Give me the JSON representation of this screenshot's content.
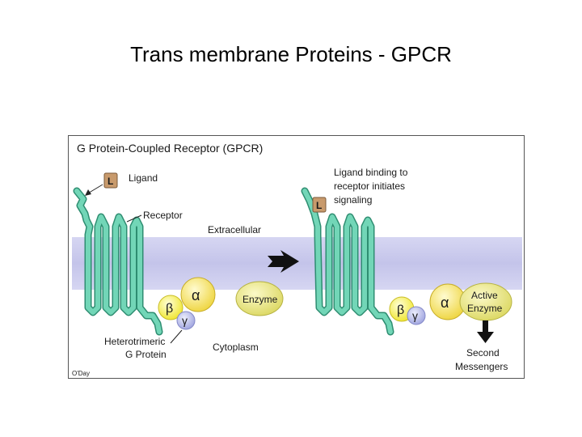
{
  "slide": {
    "title": "Trans membrane Proteins - GPCR"
  },
  "diagram": {
    "title": "G Protein-Coupled Receptor (GPCR)",
    "labels": {
      "ligand": "Ligand",
      "receptor": "Receptor",
      "extracellular": "Extracellular",
      "heterotrimeric_line1": "Heterotrimeric",
      "heterotrimeric_line2": "G Protein",
      "cytoplasm": "Cytoplasm",
      "binding_line1": "Ligand binding to",
      "binding_line2": "receptor initiates",
      "binding_line3": "signaling",
      "second_line1": "Second",
      "second_line2": "Messengers",
      "credit": "O'Day"
    },
    "molecules": {
      "ligand_symbol": "L",
      "enzyme": "Enzyme",
      "active_line1": "Active",
      "active_line2": "Enzyme",
      "alpha": "α",
      "beta": "β",
      "gamma": "γ"
    },
    "colors": {
      "membrane": "#c8c8ec",
      "receptor": "#6fd3b4",
      "receptor_stroke": "#2e8d71",
      "alpha": "#f4e05a",
      "beta": "#f6f03e",
      "gamma": "#b5b8ea",
      "enzyme": "#e6e27a",
      "ligand": "#c89a6c"
    }
  }
}
